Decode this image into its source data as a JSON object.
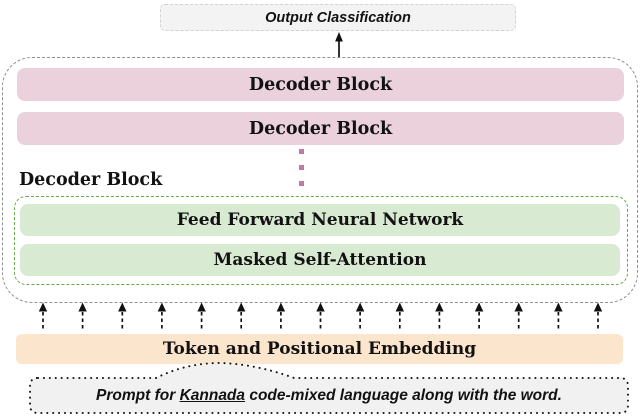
{
  "diagram": {
    "output_label": "Output Classification",
    "decoder_blocks": [
      "Decoder Block",
      "Decoder Block"
    ],
    "expanded_block_label": "Decoder Block",
    "ffnn_label": "Feed Forward Neural Network",
    "masked_attention_label": "Masked Self-Attention",
    "embedding_label": "Token and Positional Embedding",
    "prompt": {
      "prefix": "Prompt for ",
      "underlined": "Kannada",
      "suffix": " code-mixed language along with the word."
    },
    "input_arrow_count": 15,
    "colors": {
      "decoder_bar": "#ead1dc",
      "ellipsis_dot": "#c27ba0",
      "green_bar": "#d9ead3",
      "green_border": "#6aa84f",
      "embedding_bar": "#fce5cd",
      "output_bg": "#f3f3f3",
      "output_border": "#d2d2d2",
      "stack_border": "#8f8f8f",
      "prompt_bg": "#f1f1f1",
      "arrow": "#111111"
    }
  }
}
